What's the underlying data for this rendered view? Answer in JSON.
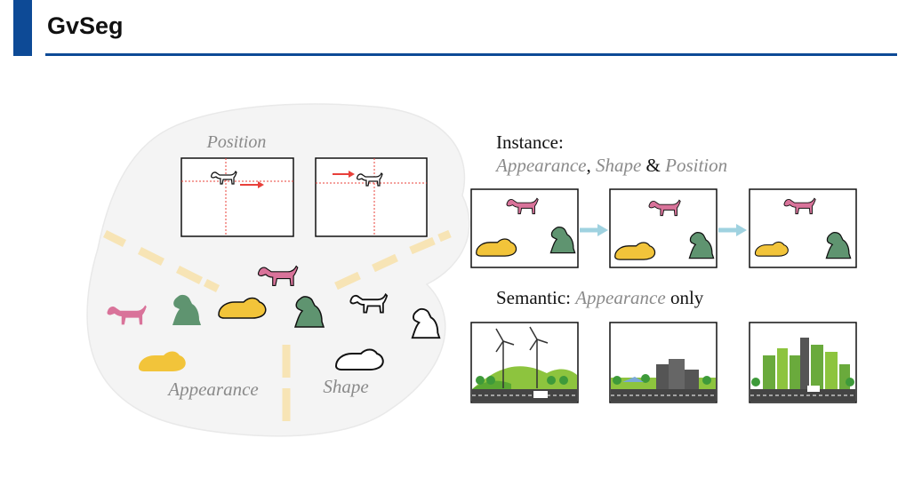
{
  "header": {
    "title": "GvSeg"
  },
  "left_diagram": {
    "position_label": "Position",
    "appearance_label": "Appearance",
    "shape_label": "Shape"
  },
  "instance": {
    "heading_prefix": "Instance:",
    "attr1": "Appearance",
    "sep1": ", ",
    "attr2": "Shape",
    "sep2": " & ",
    "attr3": "Position"
  },
  "semantic": {
    "heading_prefix": "Semantic: ",
    "attr": "Appearance",
    "suffix": " only"
  },
  "colors": {
    "accent": "#0d4a96",
    "pink": "#d9739a",
    "green": "#5f9470",
    "yellow": "#f2c43a",
    "blob": "#f4f4f4",
    "divider": "#f7e4b5",
    "arrow": "#9fd2e0",
    "red_arrow": "#e8403a"
  }
}
